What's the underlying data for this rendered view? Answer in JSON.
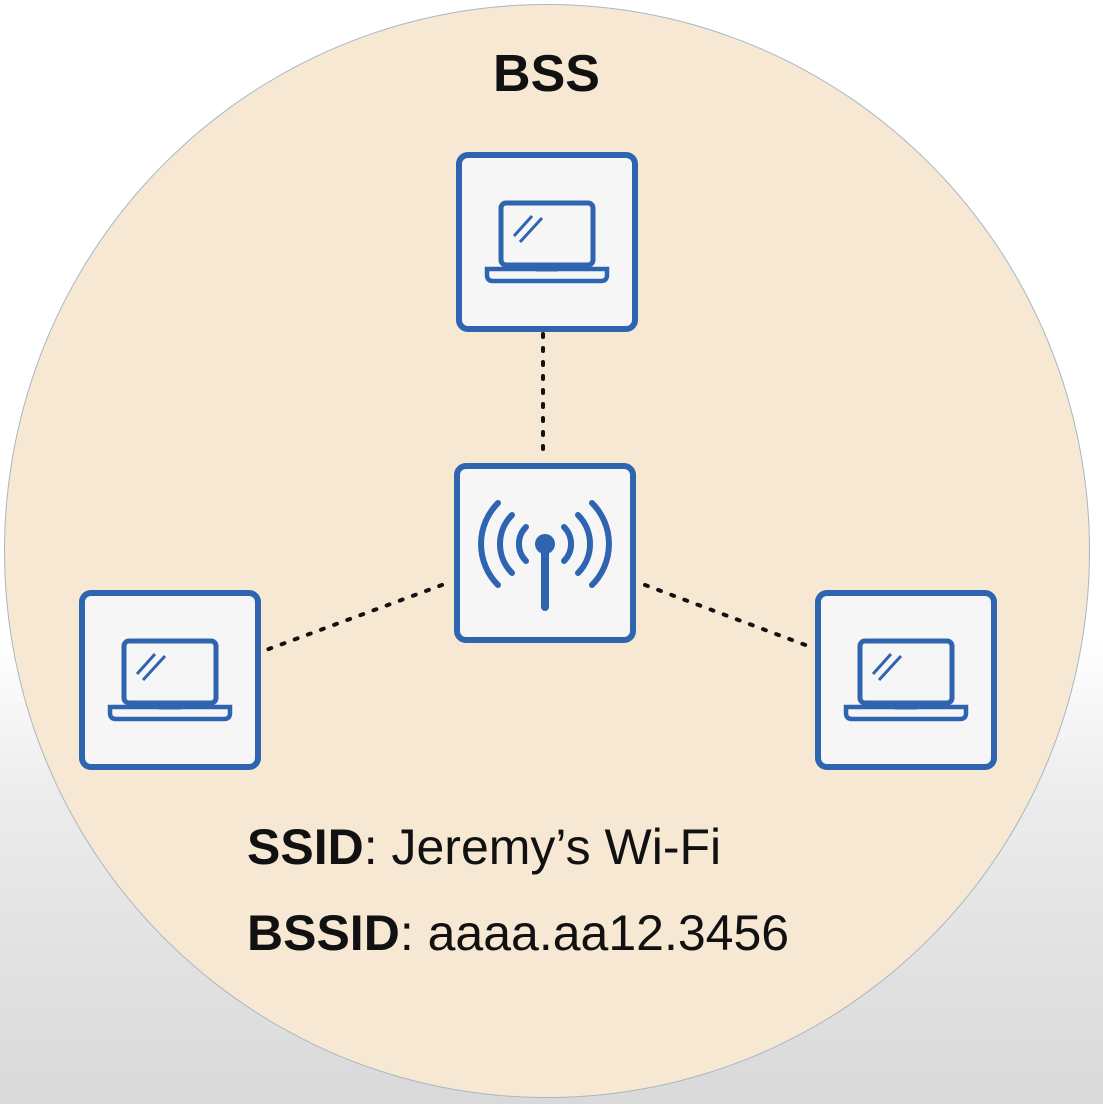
{
  "title": "BSS",
  "ssid": {
    "label": "SSID",
    "value": "Jeremy’s Wi-Fi"
  },
  "bssid": {
    "label": "BSSID",
    "value": "aaaa.aa12.3456"
  },
  "nodes": [
    {
      "id": "laptop-top",
      "icon": "laptop-icon"
    },
    {
      "id": "access-point",
      "icon": "wireless-antenna-icon"
    },
    {
      "id": "laptop-left",
      "icon": "laptop-icon"
    },
    {
      "id": "laptop-right",
      "icon": "laptop-icon"
    }
  ],
  "links": [
    {
      "from": "access-point",
      "to": "laptop-top",
      "style": "dotted"
    },
    {
      "from": "access-point",
      "to": "laptop-left",
      "style": "dotted"
    },
    {
      "from": "access-point",
      "to": "laptop-right",
      "style": "dotted"
    }
  ],
  "colors": {
    "bss_fill": "#f7e8d4",
    "node_border": "#2e64b0",
    "icon_blue": "#2e64b0",
    "node_fill": "#f6f6f6",
    "text": "#111111"
  }
}
